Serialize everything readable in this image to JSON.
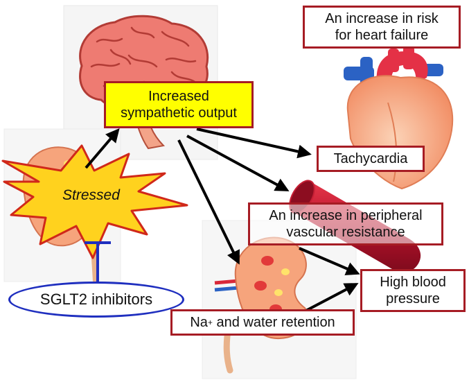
{
  "nodes": {
    "sympathetic": {
      "line1": "Increased",
      "line2": "sympathetic output"
    },
    "stressed": "Stressed",
    "sglt2": "SGLT2 inhibitors",
    "heart_failure": {
      "line1": "An increase in risk",
      "line2": "for heart failure"
    },
    "tachycardia": "Tachycardia",
    "resistance": {
      "line1": "An increase in peripheral",
      "line2": "vascular resistance"
    },
    "blood_pressure": {
      "line1": "High blood",
      "line2": "pressure"
    },
    "na": {
      "symbol": "Na",
      "charge": "+",
      "rest": " and water retention"
    }
  },
  "colors": {
    "box_border": "#a61c24",
    "highlight": "#ffff00",
    "star_fill": "#ffd21e",
    "star_stroke": "#d0281a",
    "inhibit": "#1f2fbf",
    "arrow": "#000000"
  },
  "icons": [
    "brain-icon",
    "kidney-icon",
    "heart-icon",
    "blood-vessel-icon"
  ]
}
